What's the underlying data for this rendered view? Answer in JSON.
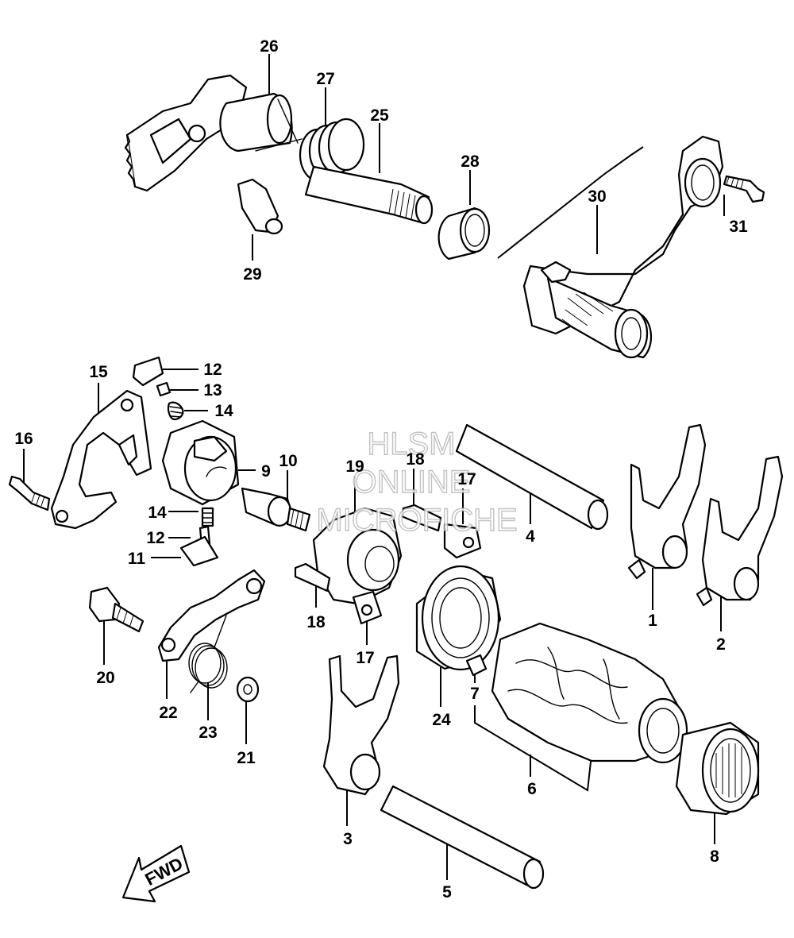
{
  "diagram": {
    "callouts": [
      {
        "id": "c1",
        "text": "1"
      },
      {
        "id": "c2",
        "text": "2"
      },
      {
        "id": "c3",
        "text": "3"
      },
      {
        "id": "c4",
        "text": "4"
      },
      {
        "id": "c5",
        "text": "5"
      },
      {
        "id": "c6",
        "text": "6"
      },
      {
        "id": "c7",
        "text": "7"
      },
      {
        "id": "c8",
        "text": "8"
      },
      {
        "id": "c9",
        "text": "9"
      },
      {
        "id": "c10",
        "text": "10"
      },
      {
        "id": "c11",
        "text": "11"
      },
      {
        "id": "c12a",
        "text": "12"
      },
      {
        "id": "c12b",
        "text": "12"
      },
      {
        "id": "c13",
        "text": "13"
      },
      {
        "id": "c14a",
        "text": "14"
      },
      {
        "id": "c14b",
        "text": "14"
      },
      {
        "id": "c15",
        "text": "15"
      },
      {
        "id": "c16",
        "text": "16"
      },
      {
        "id": "c17a",
        "text": "17"
      },
      {
        "id": "c17b",
        "text": "17"
      },
      {
        "id": "c18a",
        "text": "18"
      },
      {
        "id": "c18b",
        "text": "18"
      },
      {
        "id": "c19",
        "text": "19"
      },
      {
        "id": "c20",
        "text": "20"
      },
      {
        "id": "c21",
        "text": "21"
      },
      {
        "id": "c22",
        "text": "22"
      },
      {
        "id": "c23",
        "text": "23"
      },
      {
        "id": "c24",
        "text": "24"
      },
      {
        "id": "c25",
        "text": "25"
      },
      {
        "id": "c26",
        "text": "26"
      },
      {
        "id": "c27",
        "text": "27"
      },
      {
        "id": "c28",
        "text": "28"
      },
      {
        "id": "c29",
        "text": "29"
      },
      {
        "id": "c30",
        "text": "30"
      },
      {
        "id": "c31",
        "text": "31"
      }
    ],
    "direction_arrow": {
      "text": "FWD",
      "icon": "fwd-arrow-icon"
    },
    "watermark": {
      "lines": [
        "HLSM",
        "ONLINE",
        "MICROFICHE"
      ]
    }
  }
}
